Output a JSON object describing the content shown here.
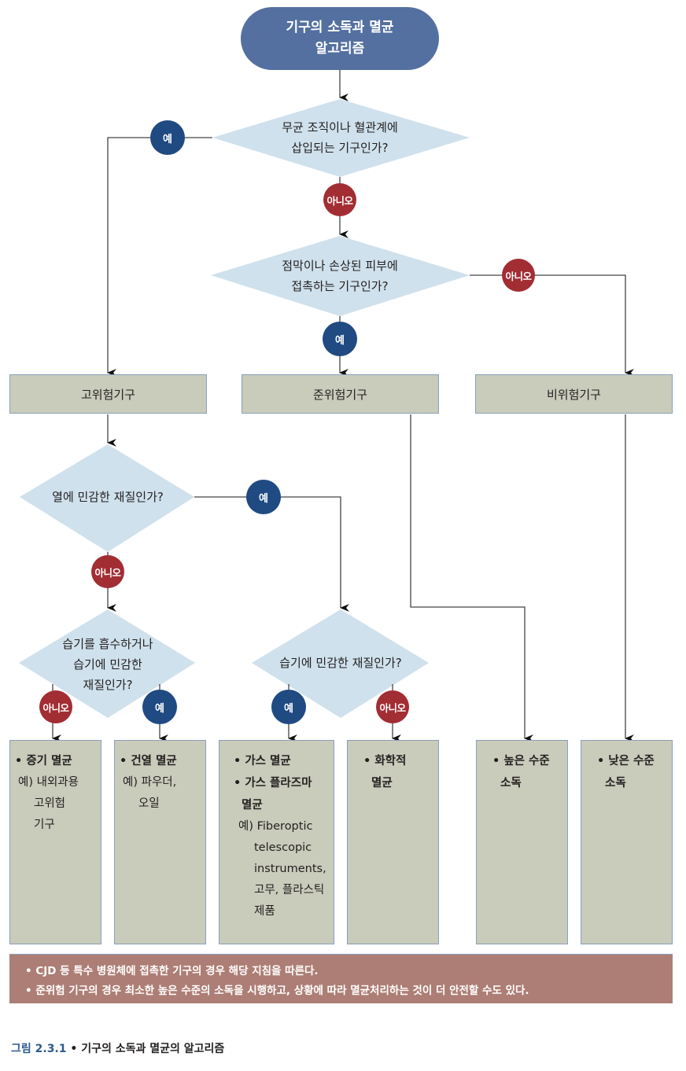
{
  "title": "기구의 소독과 멸균\n알고리즘",
  "decisions": {
    "d1": "무균 조직이나 혈관계에\n삽입되는 기구인가?",
    "d2": "점막이나 손상된 피부에\n접촉하는 기구인가?",
    "d3": "열에 민감한 재질인가?",
    "d4": "습기를 흡수하거나\n습기에 민감한\n재질인가?",
    "d5": "습기에 민감한 재질인가?"
  },
  "labels": {
    "yes": "예",
    "no": "아니오"
  },
  "categories": [
    "고위험기구",
    "준위험기구",
    "비위험기구"
  ],
  "results": [
    {
      "bullets": [
        "• 증기 멸균"
      ],
      "example": "예) 내외과용\n고위험\n기구"
    },
    {
      "bullets": [
        "• 건열 멸균"
      ],
      "example": "예) 파우더,\n오일"
    },
    {
      "bullets": [
        "• 가스 멸균",
        "• 가스 플라즈마\n멸균"
      ],
      "example": "예) Fiberoptic\ntelescopic\ninstruments,\n고무, 플라스틱\n제품"
    },
    {
      "bullets": [
        "• 화학적\n멸균"
      ],
      "example": ""
    },
    {
      "bullets": [
        "• 높은 수준\n소독"
      ],
      "example": ""
    },
    {
      "bullets": [
        "• 낮은 수준\n소독"
      ],
      "example": ""
    }
  ],
  "notes": [
    "• CJD 등 특수 병원체에 접촉한 기구의 경우 해당 지침을 따른다.",
    "• 준위험 기구의 경우 최소한 높은 수준의 소독을 시행하고, 상황에 따라 멸균처리하는 것이 더 안전할 수도 있다."
  ],
  "caption": {
    "number": "그림 2.3.1",
    "separator": " • ",
    "text": "기구의 소독과 멸균의 알고리즘"
  },
  "colors": {
    "start_fill": "#5470a0",
    "decision_fill": "#cfe1ec",
    "box_fill": "#c9cbbb",
    "box_border": "#8ba0bc",
    "yes_badge": "#1f4a82",
    "no_badge": "#a22d33",
    "note_fill": "#ad7e75",
    "caption_number": "#2e5a8e"
  }
}
